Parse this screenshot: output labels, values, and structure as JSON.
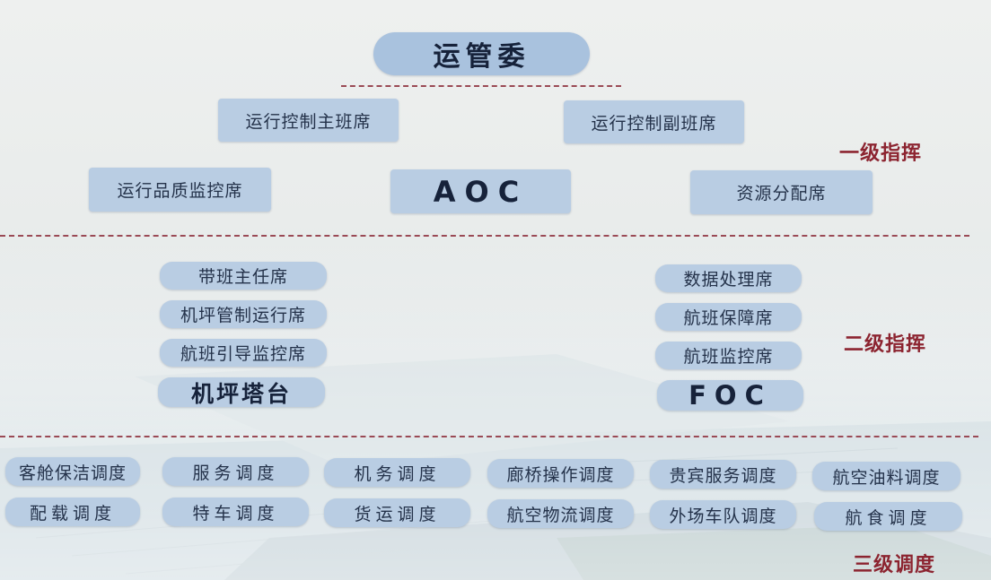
{
  "colors": {
    "box_fill": "#b9cde3",
    "top_fill": "#a9c2de",
    "box_text": "#24324a",
    "label_red": "#8c2430",
    "dash": "#9a4a55"
  },
  "top": {
    "title": "运管委"
  },
  "level1": {
    "label": "一级指挥",
    "main_shift": "运行控制主班席",
    "deputy_shift": "运行控制副班席",
    "quality": "运行品质监控席",
    "center": "AOC",
    "resource": "资源分配席"
  },
  "level2": {
    "label": "二级指挥",
    "left": [
      "带班主任席",
      "机坪管制运行席",
      "航班引导监控席"
    ],
    "left_center": "机坪塔台",
    "right": [
      "数据处理席",
      "航班保障席",
      "航班监控席"
    ],
    "right_center": "FOC"
  },
  "level3": {
    "label": "三级调度",
    "row1": [
      "客舱保洁调度",
      "服务调度",
      "机务调度",
      "廊桥操作调度",
      "贵宾服务调度",
      "航空油料调度"
    ],
    "row2": [
      "配载调度",
      "特车调度",
      "货运调度",
      "航空物流调度",
      "外场车队调度",
      "航食调度"
    ]
  }
}
